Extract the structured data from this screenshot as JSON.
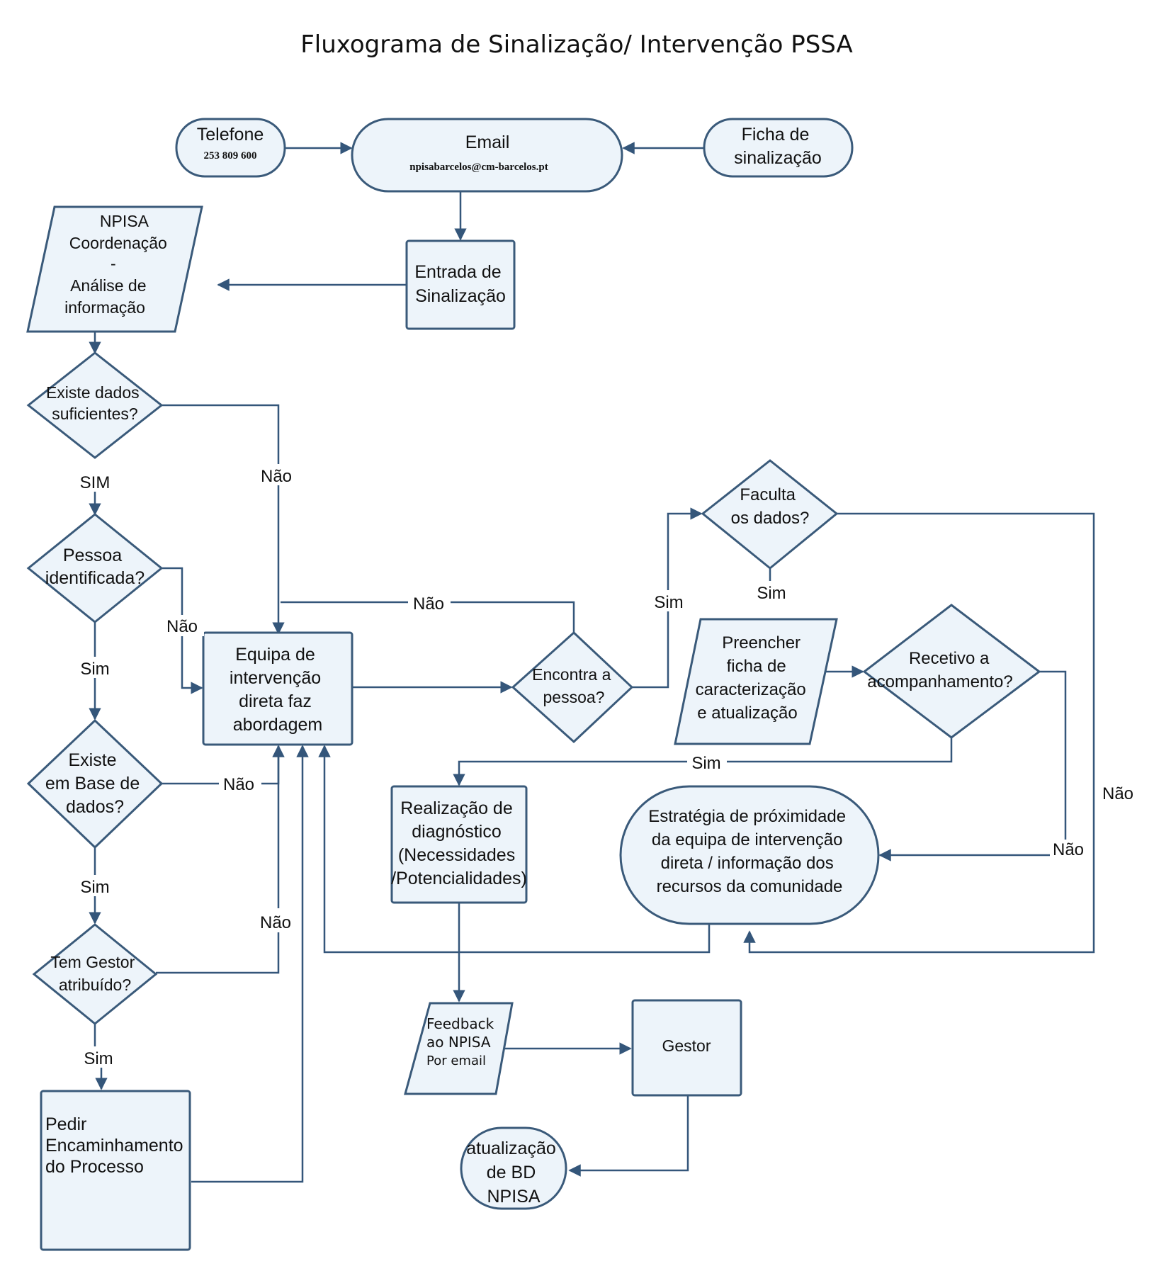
{
  "title": "Fluxograma de Sinalização/ Intervenção PSSA",
  "nodes": {
    "telefone": {
      "label": "Telefone",
      "sub": "253 809 600"
    },
    "email": {
      "label": "Email",
      "sub": "npisabarcelos@cm-barcelos.pt"
    },
    "ficha_sinalizacao": {
      "lines": [
        "Ficha de",
        "sinalização"
      ]
    },
    "entrada_sinalizacao": {
      "lines": [
        "Entrada de",
        "Sinalização"
      ]
    },
    "npisa_coordenacao": {
      "lines": [
        "NPISA",
        "Coordenação",
        "-",
        "Análise de",
        "informação"
      ]
    },
    "existe_dados": {
      "lines": [
        "Existe dados",
        "suficientes?"
      ]
    },
    "pessoa_identificada": {
      "lines": [
        "Pessoa",
        "identificada?"
      ]
    },
    "existe_base_dados": {
      "lines": [
        "Existe",
        "em Base de",
        "dados?"
      ]
    },
    "tem_gestor": {
      "lines": [
        "Tem Gestor",
        "atribuído?"
      ]
    },
    "pedir_encaminhamento": {
      "lines": [
        "Pedir",
        "Encaminhamento",
        "do Processo"
      ]
    },
    "equipa_intervencao": {
      "lines": [
        "Equipa de",
        "intervenção",
        "direta  faz",
        "abordagem"
      ]
    },
    "encontra_pessoa": {
      "lines": [
        "Encontra a",
        "pessoa?"
      ]
    },
    "faculta_dados": {
      "lines": [
        "Faculta",
        "os dados?"
      ]
    },
    "preencher_ficha": {
      "lines": [
        "Preencher",
        "ficha de",
        "caracterização",
        "e atualização"
      ]
    },
    "recetivo": {
      "lines": [
        "Recetivo a",
        "acompanhamento?"
      ]
    },
    "realizacao_diagnostico": {
      "lines": [
        "Realização de",
        "diagnóstico",
        "(Necessidades",
        "/Potencialidades)"
      ]
    },
    "estrategia": {
      "lines": [
        "Estratégia de próximidade",
        "da equipa de intervenção",
        "direta / informação dos",
        "recursos da comunidade"
      ]
    },
    "feedback": {
      "lines": [
        "Feedback",
        "ao NPISA",
        "Por email"
      ]
    },
    "gestor": {
      "label": "Gestor"
    },
    "atualizacao_bd": {
      "lines": [
        "atualização",
        "de BD",
        "NPISA"
      ]
    }
  },
  "edge_labels": {
    "sim_caps": "SIM",
    "sim": "Sim",
    "nao": "Não"
  }
}
